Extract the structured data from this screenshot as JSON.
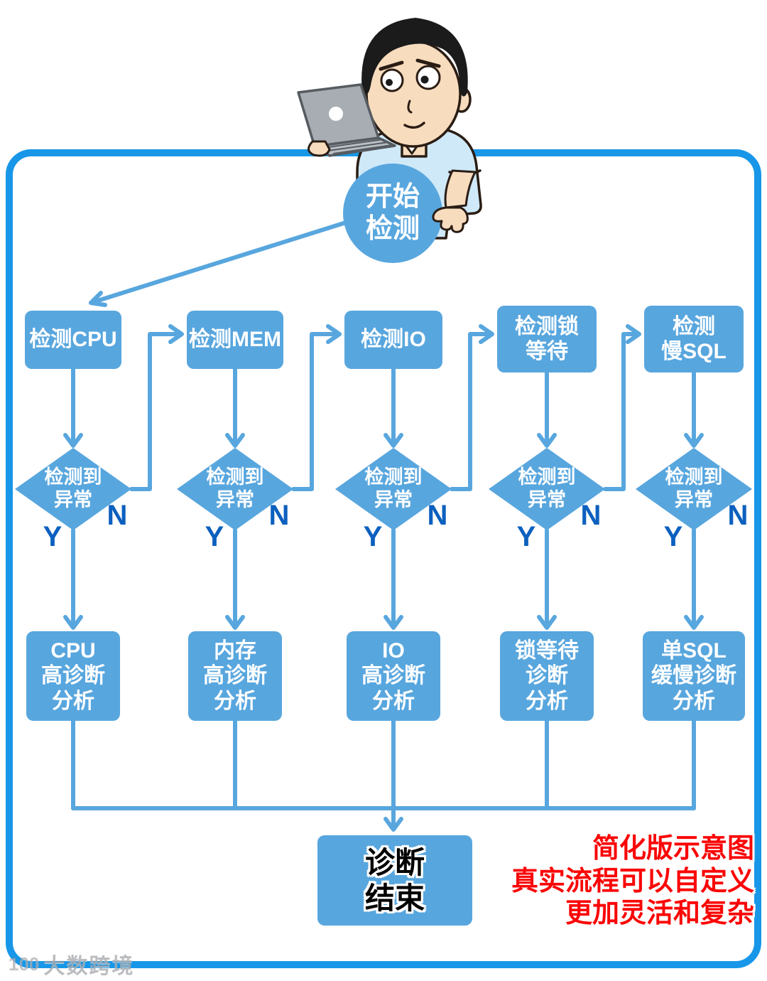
{
  "colors": {
    "node_fill": "#58A6DE",
    "frame_border": "#1897E8",
    "yn_label": "#0C60BE",
    "note_red": "#FA0606",
    "node_text": "#FFFFFF",
    "end_text": "#000000"
  },
  "flow": {
    "start": {
      "label": "开始\n检测"
    },
    "columns": [
      {
        "detect": "检测CPU",
        "decision": "检测到\n异常",
        "yes": "Y",
        "no": "N",
        "analysis": "CPU\n高诊断\n分析"
      },
      {
        "detect": "检测MEM",
        "decision": "检测到\n异常",
        "yes": "Y",
        "no": "N",
        "analysis": "内存\n高诊断\n分析"
      },
      {
        "detect": "检测IO",
        "decision": "检测到\n异常",
        "yes": "Y",
        "no": "N",
        "analysis": "IO\n高诊断\n分析"
      },
      {
        "detect": "检测锁\n等待",
        "decision": "检测到\n异常",
        "yes": "Y",
        "no": "N",
        "analysis": "锁等待\n诊断\n分析"
      },
      {
        "detect": "检测\n慢SQL",
        "decision": "检测到\n异常",
        "yes": "Y",
        "no": "N",
        "analysis": "单SQL\n缓慢诊断\n分析"
      }
    ],
    "end": {
      "label": "诊断\n结束"
    }
  },
  "note": {
    "text": "简化版示意图\n真实流程可以自定义\n更加灵活和复杂"
  },
  "watermark": {
    "logo_text": "100",
    "brand": "大数跨境"
  }
}
